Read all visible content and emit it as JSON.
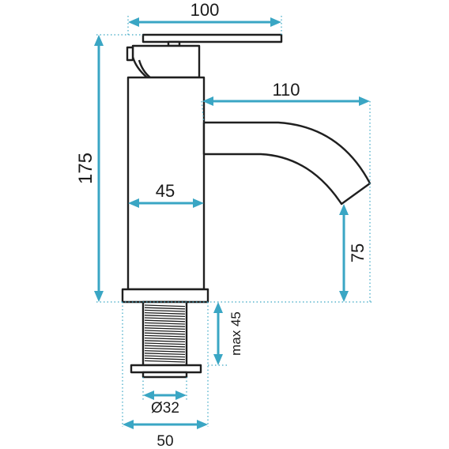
{
  "colors": {
    "dimension": "#3aa6c4",
    "outline": "#1f1f1f"
  },
  "dimensions": {
    "handle_width": "100",
    "spout_reach": "110",
    "total_height": "175",
    "body_width": "45",
    "spout_height": "75",
    "thread_length": "max 45",
    "thread_diameter": "Ø32",
    "base_width": "50"
  }
}
